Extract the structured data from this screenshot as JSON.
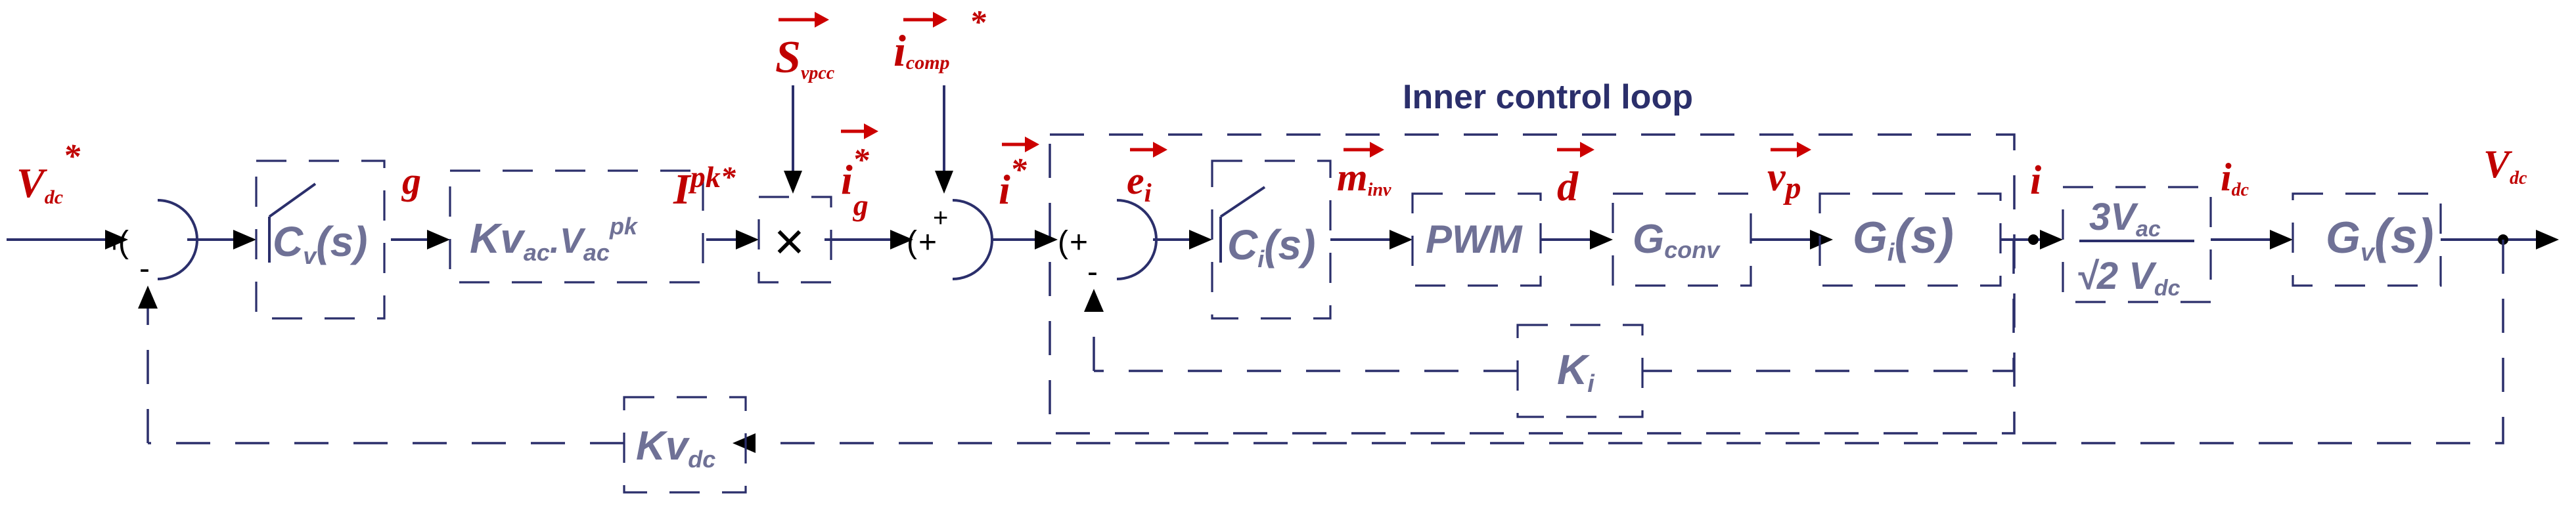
{
  "title": "Inner control loop",
  "signals": {
    "vdc_ref": "V",
    "vdc_ref_sub": "dc",
    "vdc_ref_sup": "*",
    "g": "g",
    "ipk": "I",
    "ipk_sup": "pk*",
    "s_vpcc": "S",
    "s_vpcc_sub": "vpcc",
    "i_comp": "i",
    "i_comp_sub": "comp",
    "i_comp_sup": "*",
    "ig": "i",
    "ig_sub": "g",
    "ig_sup": "*",
    "i_ref": "i",
    "i_ref_sup": "*",
    "ei": "e",
    "ei_sub": "i",
    "minv": "m",
    "minv_sub": "inv",
    "d": "d",
    "vp": "v",
    "vp_sub": "p",
    "i": "i",
    "idc": "i",
    "idc_sub": "dc",
    "vdc": "V",
    "vdc_sub": "dc"
  },
  "blocks": {
    "cv": "C",
    "cv_sub": "v",
    "cv_s": "(s)",
    "kv": "Kv",
    "kv_sub1": "ac",
    "kv_dot": ".V",
    "kv_sub2": "ac",
    "kv_sup": "pk",
    "mult": "×",
    "ci": "C",
    "ci_sub": "i",
    "ci_s": "(s)",
    "pwm": "PWM",
    "gconv": "G",
    "gconv_sub": "conv",
    "gi": "G",
    "gi_sub": "i",
    "gi_s": "(s)",
    "frac_num_coef": "3",
    "frac_num": "V",
    "frac_num_sub": "ac",
    "frac_den_coef": "√2 V",
    "frac_den_sub": "dc",
    "gv": "G",
    "gv_sub": "v",
    "gv_s": "(s)",
    "ki": "K",
    "ki_sub": "i",
    "kvdc": "Kv",
    "kvdc_sub": "dc"
  },
  "summing_junctions": {
    "plus": "+",
    "minus": "-"
  }
}
